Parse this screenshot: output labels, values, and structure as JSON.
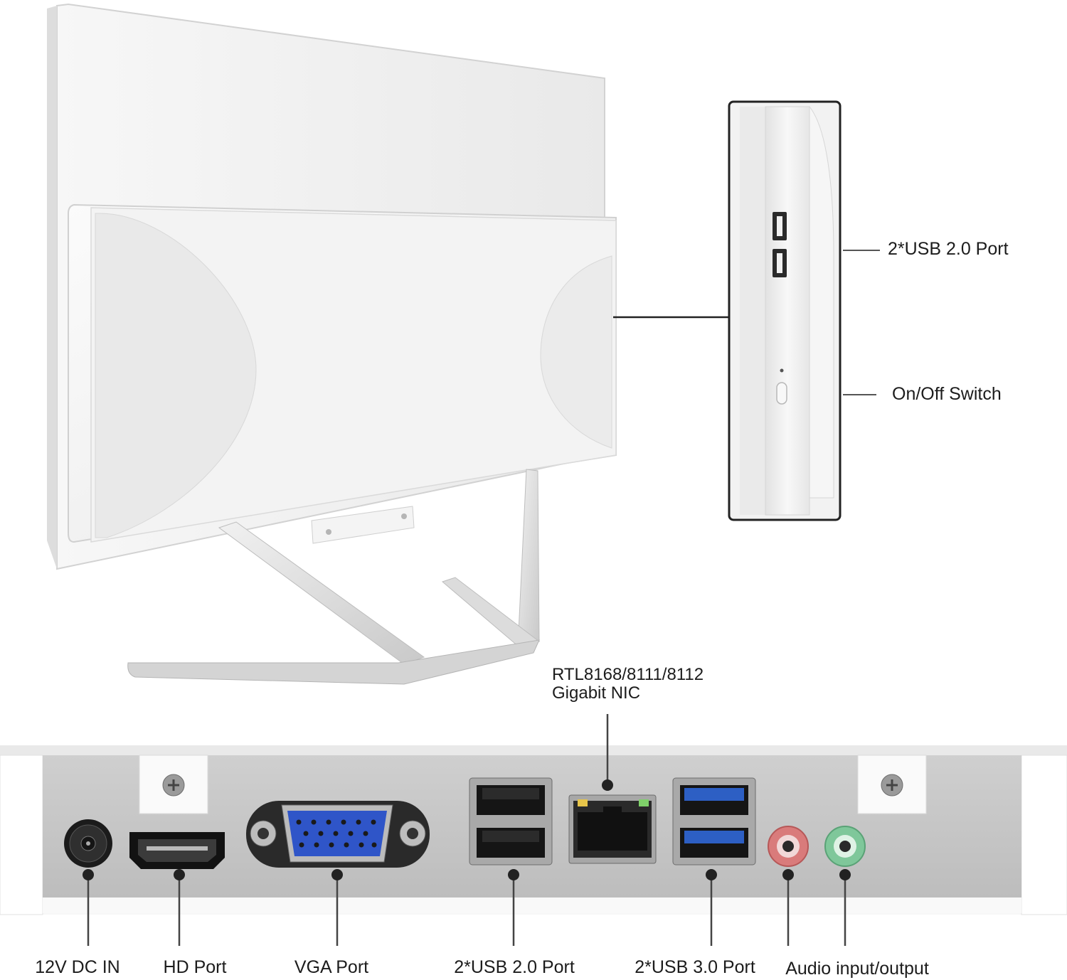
{
  "labels": {
    "side_usb": "2*USB 2.0 Port",
    "side_power": "On/Off Switch",
    "nic_line1": "RTL8168/8111/8112",
    "nic_line2": "Gigabit NIC",
    "dc_in": "12V DC IN",
    "hd_port": "HD Port",
    "vga_port": "VGA Port",
    "usb2": "2*USB 2.0 Port",
    "usb3": "2*USB 3.0 Port",
    "audio": "Audio input/output"
  },
  "colors": {
    "usb3_blue": "#2d5fc4",
    "vga_blue": "#2f55c8",
    "audio_in_pink": "#d97b7b",
    "audio_out_green": "#7fc79a",
    "callout_line": "#222222"
  }
}
